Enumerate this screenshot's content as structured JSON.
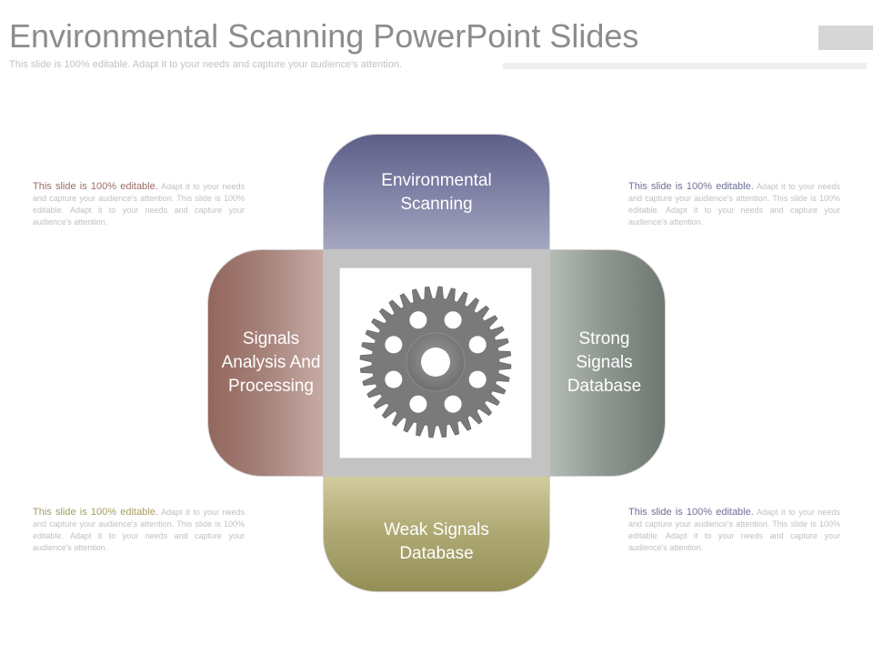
{
  "header": {
    "title": "Environmental Scanning PowerPoint Slides",
    "subtitle": "This slide is 100% editable. Adapt it to your needs and capture your audience's attention."
  },
  "diagram": {
    "top": "Environmental Scanning",
    "left": "Signals Analysis And Processing",
    "right": "Strong Signals Database",
    "bottom": "Weak Signals Database",
    "center_icon": "gear-icon"
  },
  "descriptions": {
    "top_left": {
      "lead": "This slide is 100% editable.",
      "body": "Adapt it to your needs and capture your audience's attention. This slide is 100% editable. Adapt it to your needs and capture your audience's attention."
    },
    "top_right": {
      "lead": "This slide is 100% editable.",
      "body": "Adapt it to your needs and capture your audience's attention. This slide is 100% editable. Adapt it to your needs and capture your audience's attention."
    },
    "bottom_left": {
      "lead": "This slide is 100% editable.",
      "body": "Adapt it to your needs and capture your audience's attention. This slide is 100% editable. Adapt it to your needs and capture your audience's attention."
    },
    "bottom_right": {
      "lead": "This slide is 100% editable.",
      "body": "Adapt it to your needs and capture your audience's attention. This slide is 100% editable. Adapt it to your needs and capture your audience's attention."
    }
  },
  "colors": {
    "top": "#7c7ea3",
    "left": "#a7837b",
    "right": "#8c958e",
    "bottom": "#aea873",
    "gear": "#7a7a7a"
  }
}
